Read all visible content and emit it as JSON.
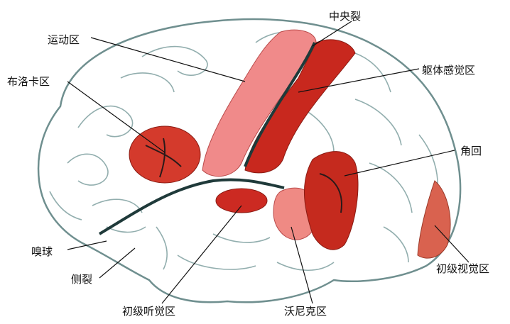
{
  "labels": {
    "central_sulcus": "中央裂",
    "motor_area": "运动区",
    "somatosensory_area": "躯体感觉区",
    "broca_area": "布洛卡区",
    "angular_gyrus": "角回",
    "olfactory_bulb": "嗅球",
    "lateral_sulcus": "侧裂",
    "primary_auditory_area": "初级听觉区",
    "wernicke_area": "沃尼克区",
    "primary_visual_area": "初级视觉区"
  },
  "colors": {
    "motor": "#f08a8a",
    "sensory": "#c8281e",
    "broca": "#d43a2c",
    "auditory": "#cc2a22",
    "wernicke": "#ef8a84",
    "angular": "#c52a1e",
    "visual": "#d9624f",
    "cortex": "#ffffff",
    "sulcus": "#1f3a3a"
  }
}
